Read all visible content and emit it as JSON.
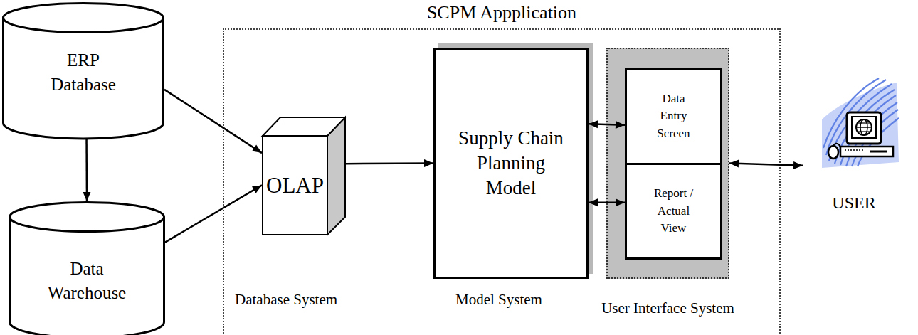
{
  "diagram": {
    "title": "SCPM Appplication",
    "nodes": [
      {
        "text": [
          "ERP Database"
        ]
      },
      {
        "text": [
          "Data Warehouse"
        ]
      },
      {
        "text": [
          "SCPM Appplication"
        ]
      },
      {
        "text": [
          "OLAP"
        ],
        "in": 2
      },
      {
        "text": [
          "Supply Chain Planning Model"
        ],
        "in": 2
      },
      {
        "text": [
          "User Interface System"
        ],
        "in": 2
      },
      {
        "text": [
          "Data Entry Screen"
        ],
        "in": 5
      },
      {
        "text": [
          "Report / Actual View"
        ],
        "in": 5
      },
      {
        "text": [
          "USER"
        ]
      }
    ],
    "edges": [
      {
        "from": 0,
        "to": 1,
        "arrow": "to"
      },
      {
        "from": 0,
        "to": 3,
        "arrow": "to"
      },
      {
        "from": 1,
        "to": 3,
        "arrow": "to"
      },
      {
        "from": 3,
        "to": 4,
        "arrow": "to"
      },
      {
        "from": 4,
        "to": 6,
        "arrow": "both"
      },
      {
        "from": 4,
        "to": 7,
        "arrow": "both"
      },
      {
        "from": 5,
        "to": 8,
        "arrow": "both"
      }
    ],
    "labels": [
      "Database System",
      "Model System"
    ]
  }
}
